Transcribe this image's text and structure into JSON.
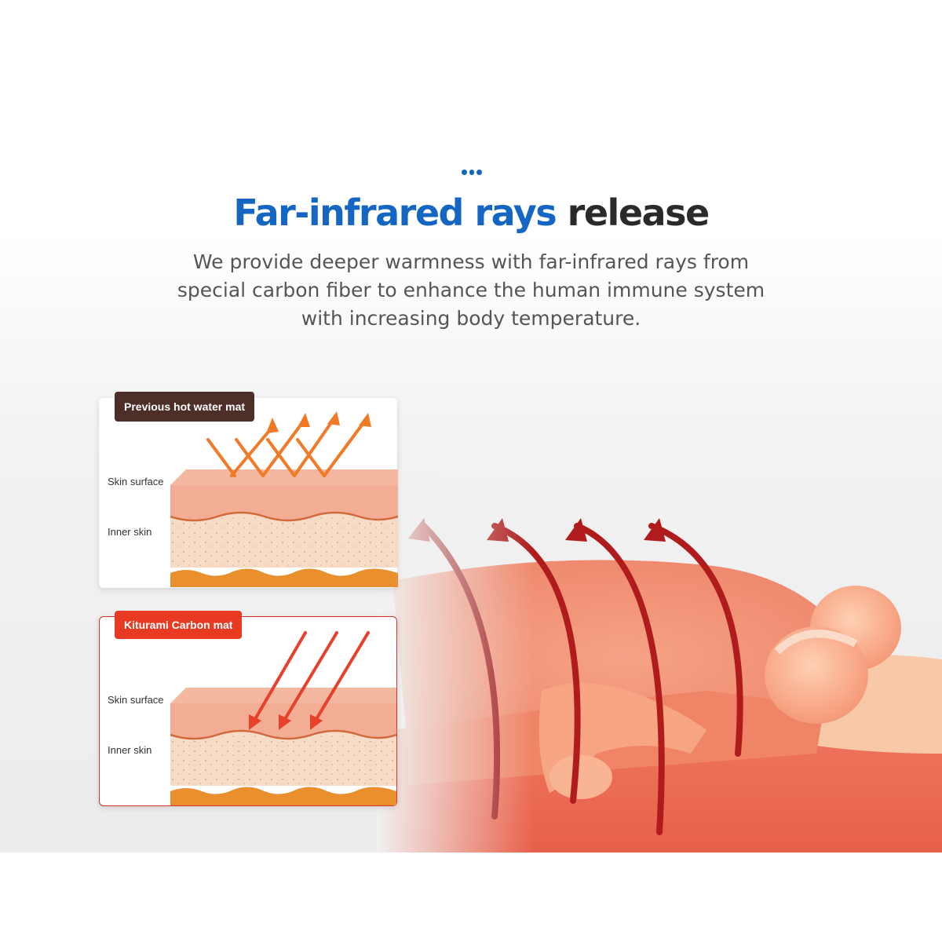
{
  "heading": {
    "title_blue": "Far-infrared rays",
    "title_dark": "release",
    "line1": "We provide deeper warmness with far-infrared rays from",
    "line2": "special carbon fiber to enhance the human immune system",
    "line3": "with increasing body temperature."
  },
  "panels": [
    {
      "tag": "Previous hot water mat",
      "layer_top": "Skin surface",
      "layer_bottom": "Inner skin",
      "tag_color": "#4e2e28"
    },
    {
      "tag": "Kiturami Carbon mat",
      "layer_top": "Skin surface",
      "layer_bottom": "Inner skin",
      "tag_color": "#e83a22"
    }
  ],
  "colors": {
    "brand_blue": "#1466c2",
    "ray_orange": "#f07a26",
    "ray_red": "#e8402a",
    "arc_red": "#b01c1c"
  }
}
